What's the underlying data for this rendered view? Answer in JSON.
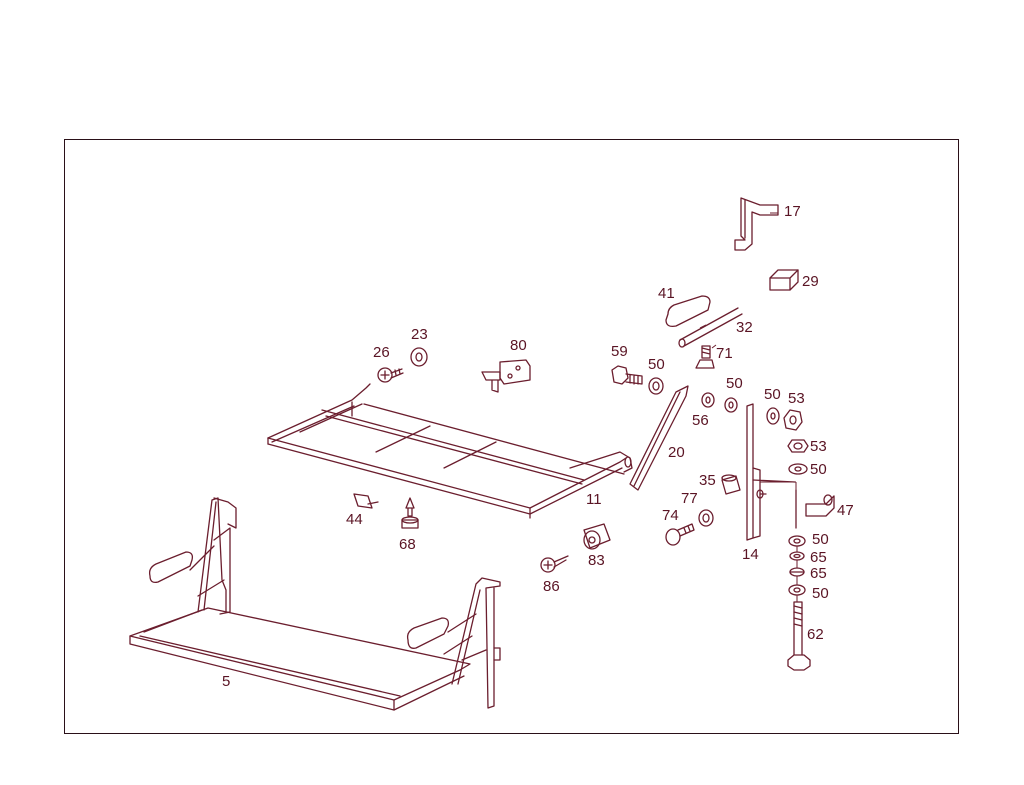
{
  "diagram": {
    "callouts": {
      "c17": "17",
      "c29": "29",
      "c41": "41",
      "c32": "32",
      "c71": "71",
      "c59": "59",
      "c50a": "50",
      "c23": "23",
      "c26": "26",
      "c80": "80",
      "c50b": "50",
      "c50c": "50",
      "c53a": "53",
      "c56": "56",
      "c20": "20",
      "c53b": "53",
      "c50d": "50",
      "c35": "35",
      "c77": "77",
      "c47": "47",
      "c74": "74",
      "c11": "11",
      "c44": "44",
      "c68": "68",
      "c83": "83",
      "c14": "14",
      "c50e": "50",
      "c65a": "65",
      "c65b": "65",
      "c50f": "50",
      "c86": "86",
      "c62": "62",
      "c5": "5"
    }
  }
}
